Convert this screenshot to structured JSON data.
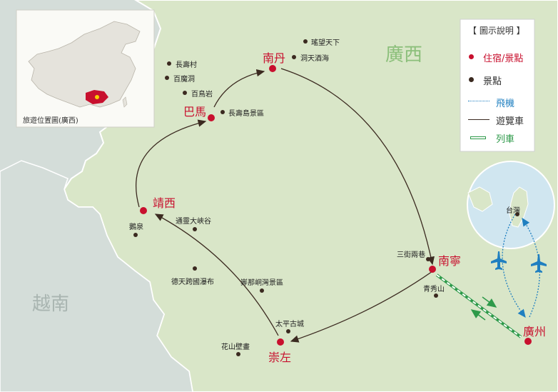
{
  "regions": {
    "guangxi": "廣西",
    "vietnam": "越南"
  },
  "inset": {
    "caption": "旅遊位置圖(廣西)"
  },
  "legend": {
    "title": "【 圖示說明 】",
    "items": [
      {
        "label": "住宿/景點",
        "color": "#c8102e"
      },
      {
        "label": "景點",
        "color": "#3b2a20"
      },
      {
        "label": "飛機",
        "color": "#1f7fc0"
      },
      {
        "label": "遊覽車",
        "color": "#3b2a20"
      },
      {
        "label": "列車",
        "color": "#2e9a4a"
      }
    ]
  },
  "stay_cities": {
    "nandan": "南丹",
    "bama": "巴馬",
    "jingxi": "靖西",
    "nanning": "南寧",
    "chongzuo": "崇左",
    "guangzhou": "廣州"
  },
  "attractions": {
    "yaowang": "瑤望天下",
    "dongtian": "洞天酒海",
    "changshoucun": "長壽村",
    "baimodong": "百魔洞",
    "censored": "百鳥岩",
    "changshoudao": "長壽島景區",
    "ejuan": "鵝泉",
    "tongling": "通靈大峽谷",
    "detian": "德天跨國瀑布",
    "mingshi": "㟖那峒灣景區",
    "taiping": "太平古城",
    "huashan": "花山壁畫",
    "sanjie": "三街兩巷",
    "qingxiu": "青秀山",
    "taiwan": "台灣"
  },
  "colors": {
    "land": "#d9e6c8",
    "foreign": "#d4ddd9",
    "sea": "#d0e6f0",
    "stay": "#c8102e",
    "spot": "#3b2a20",
    "flight": "#1f7fc0",
    "train": "#2e9a4a",
    "region_label": "#8bbf7a",
    "vietnam_label": "#a9b5b1"
  }
}
